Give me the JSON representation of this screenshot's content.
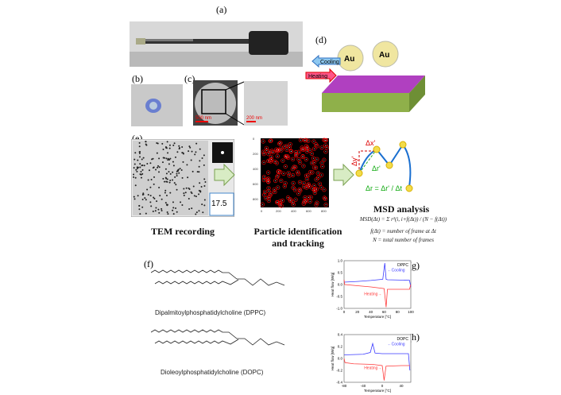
{
  "panels": {
    "a": "(a)",
    "b": "(b)",
    "c": "(c)",
    "d": "(d)",
    "e": "(e)",
    "f": "(f)",
    "g": "(g)",
    "h": "(h)"
  },
  "c": {
    "scale1": "500 nm",
    "scale2": "200 nm"
  },
  "d": {
    "cooling": "Cooling",
    "heating": "Heating",
    "particle": "Au"
  },
  "e": {
    "counter": "17.5",
    "tem_caption": "TEM recording",
    "track_caption_1": "Particle identification",
    "track_caption_2": "and tracking",
    "msd_title": "MSD analysis",
    "dx": "Δx'",
    "dy": "Δy'",
    "dr": "Δr'",
    "velocity": "Δr = Δr' / Δt",
    "formula1": "MSD(Δt) = Σ r²(i, i+f(Δt)) / (N − f(Δt))",
    "formula2": "f(Δt) = number of frame at Δt",
    "formula3": "N = total number of frames",
    "track_ticks": [
      "0",
      "200",
      "400",
      "600",
      "800"
    ]
  },
  "f": {
    "dppc": "Dipalmitoylphosphatidylcholine (DPPC)",
    "dopc": "Dioleoylphosphatidylcholine (DOPC)"
  },
  "colors": {
    "cooling": "#3b3bff",
    "heating": "#ff3b3b",
    "gold": "#f2dc4a",
    "lipid_head": "#b040c0"
  },
  "chart_data": [
    {
      "type": "line",
      "title": "DPPC",
      "xlabel": "Temperature [°C]",
      "ylabel": "Heat flow [W/g]",
      "xlim": [
        0,
        100
      ],
      "ylim": [
        -1,
        1
      ],
      "xticks": [
        "0",
        "20",
        "40",
        "60",
        "80",
        "100"
      ],
      "yticks": [
        "1.0",
        "0.5",
        "0.0",
        "-0.5",
        "-1.0"
      ],
      "series": [
        {
          "name": "Cooling",
          "x": [
            0,
            20,
            40,
            58,
            61,
            63,
            65,
            98,
            100
          ],
          "y": [
            0.1,
            0.13,
            0.17,
            0.22,
            0.9,
            0.22,
            0.2,
            0.18,
            -0.1
          ]
        },
        {
          "name": "Heating",
          "x": [
            0,
            1,
            20,
            40,
            60,
            63,
            65,
            67,
            98,
            100
          ],
          "y": [
            0.2,
            0.0,
            -0.05,
            -0.1,
            -0.17,
            -0.95,
            -0.2,
            -0.2,
            -0.2,
            0.0
          ]
        }
      ]
    },
    {
      "type": "line",
      "title": "DOPC",
      "xlabel": "Temperature [°C]",
      "ylabel": "Heat flow [W/g]",
      "xlim": [
        -80,
        60
      ],
      "ylim": [
        -0.4,
        0.4
      ],
      "xticks": [
        "-80",
        "-40",
        "0",
        "40"
      ],
      "yticks": [
        "0.4",
        "0.2",
        "0.0",
        "-0.2",
        "-0.4"
      ],
      "series": [
        {
          "name": "Cooling",
          "x": [
            -80,
            -40,
            -25,
            -20,
            -15,
            0,
            55,
            58
          ],
          "y": [
            0.06,
            0.07,
            0.1,
            0.25,
            0.09,
            0.08,
            0.08,
            -0.2
          ]
        },
        {
          "name": "Heating",
          "x": [
            -80,
            -78,
            -60,
            -20,
            0,
            4,
            8,
            40,
            58
          ],
          "y": [
            0.0,
            -0.07,
            -0.09,
            -0.1,
            -0.12,
            -0.37,
            -0.13,
            -0.12,
            -0.12
          ]
        }
      ]
    }
  ]
}
